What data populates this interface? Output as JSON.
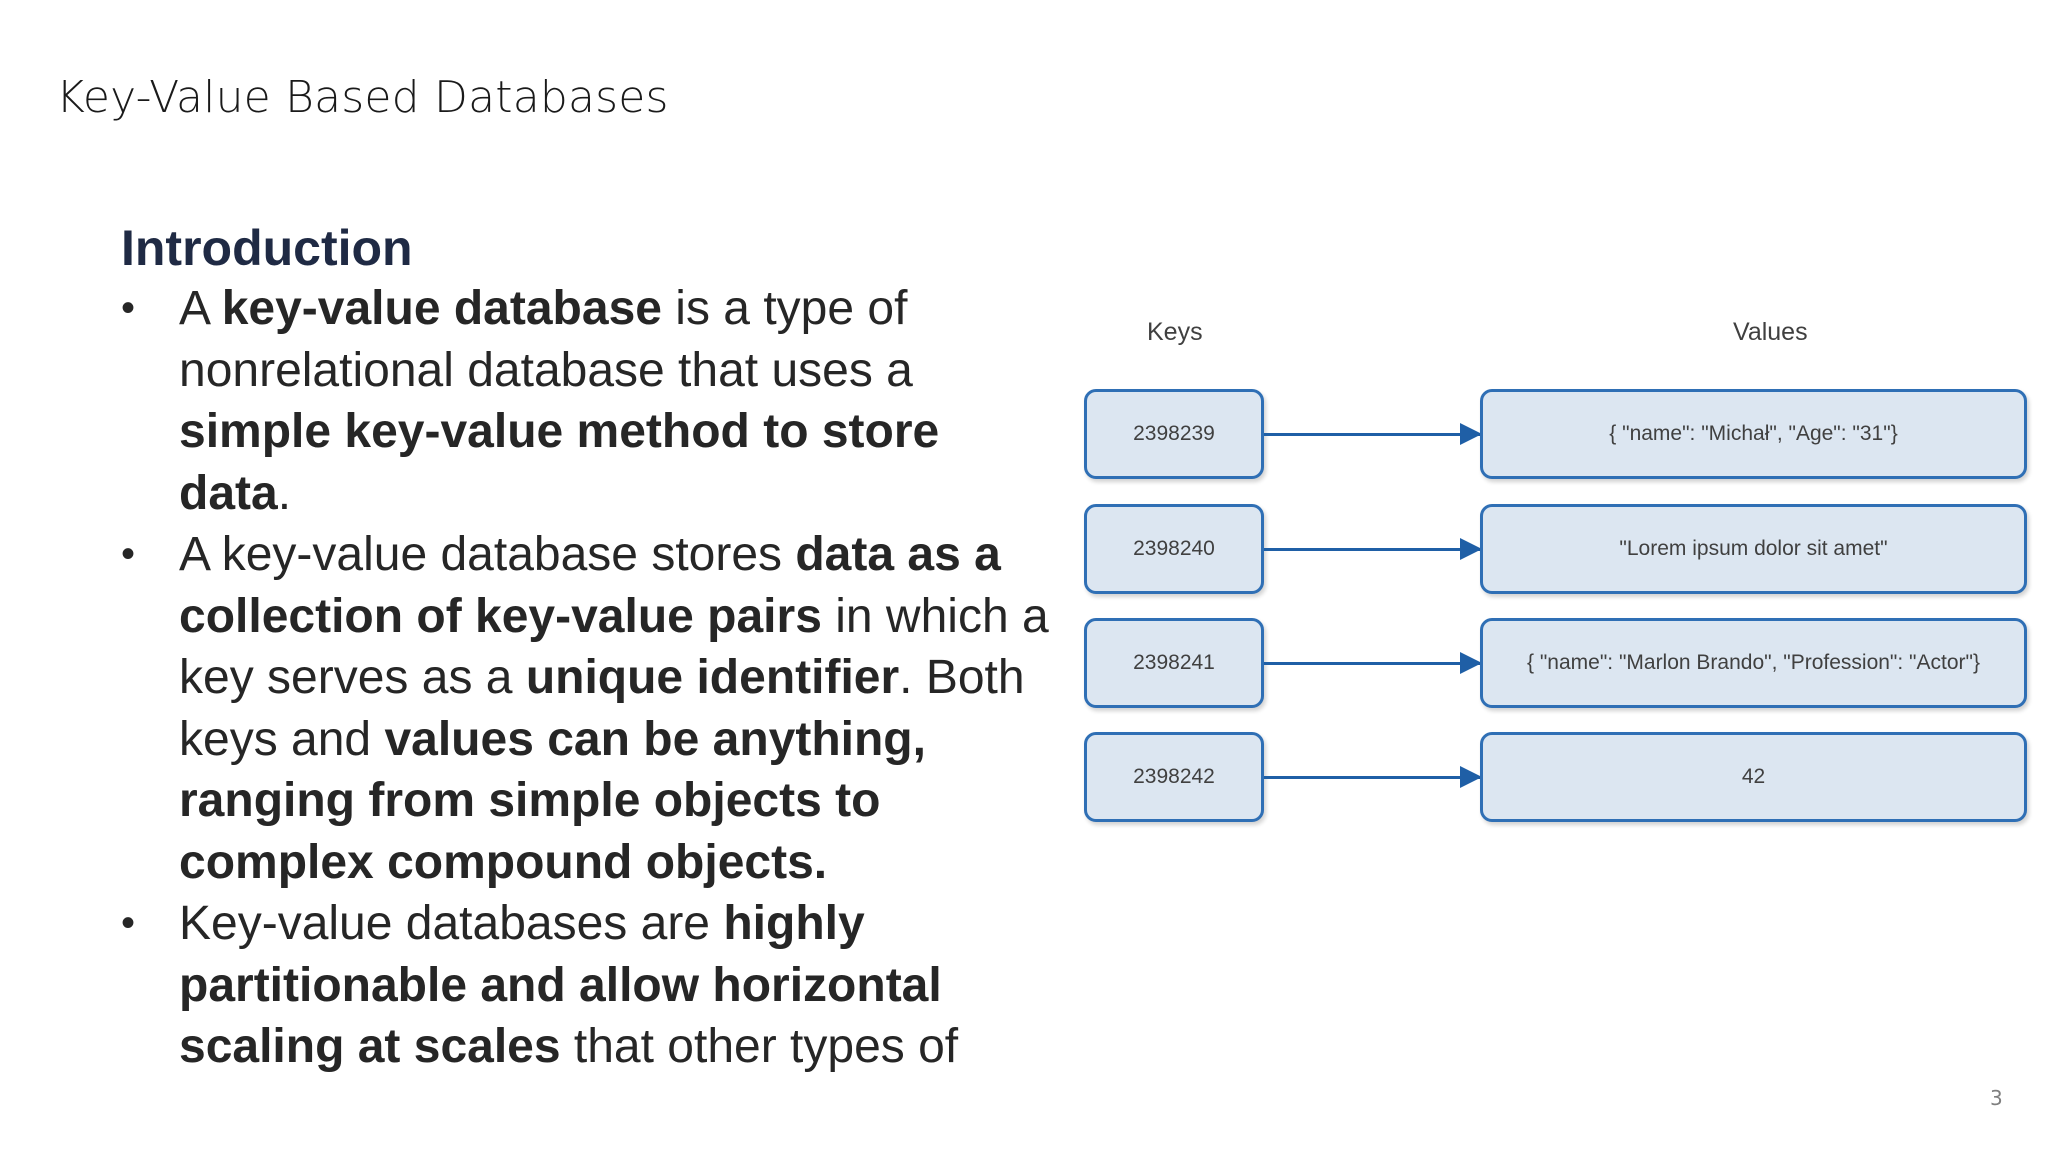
{
  "slide": {
    "title": "Key-Value Based Databases",
    "page_number": "3"
  },
  "content": {
    "heading": "Introduction",
    "bullets": [
      {
        "segments": [
          {
            "text": "A ",
            "bold": false
          },
          {
            "text": "key-value database",
            "bold": true
          },
          {
            "text": " is a type of nonrelational database that uses a ",
            "bold": false
          },
          {
            "text": "simple key-value method to store data",
            "bold": true
          },
          {
            "text": ".",
            "bold": false
          }
        ]
      },
      {
        "segments": [
          {
            "text": "A key-value database stores ",
            "bold": false
          },
          {
            "text": "data as a collection of key-value pairs",
            "bold": true
          },
          {
            "text": " in which a key serves as a ",
            "bold": false
          },
          {
            "text": "unique identifier",
            "bold": true
          },
          {
            "text": ". Both keys and ",
            "bold": false
          },
          {
            "text": "values can be anything, ranging from simple objects to complex compound objects.",
            "bold": true
          }
        ]
      },
      {
        "segments": [
          {
            "text": "Key-value databases are ",
            "bold": false
          },
          {
            "text": "highly partitionable and allow horizontal scaling at scales",
            "bold": true
          },
          {
            "text": " that other types of",
            "bold": false
          }
        ]
      }
    ]
  },
  "diagram": {
    "keys_header": "Keys",
    "values_header": "Values",
    "box_fill": "#dce6f1",
    "box_border": "#2f6fb5",
    "arrow_color": "#1f5fa6",
    "pairs": [
      {
        "key": "2398239",
        "value": "{ \"name\": \"Michał\", \"Age\": \"31\"}"
      },
      {
        "key": "2398240",
        "value": "\"Lorem ipsum dolor sit amet\""
      },
      {
        "key": "2398241",
        "value": "{ \"name\": \"Marlon Brando\", \"Profession\": \"Actor\"}"
      },
      {
        "key": "2398242",
        "value": "42"
      }
    ]
  }
}
